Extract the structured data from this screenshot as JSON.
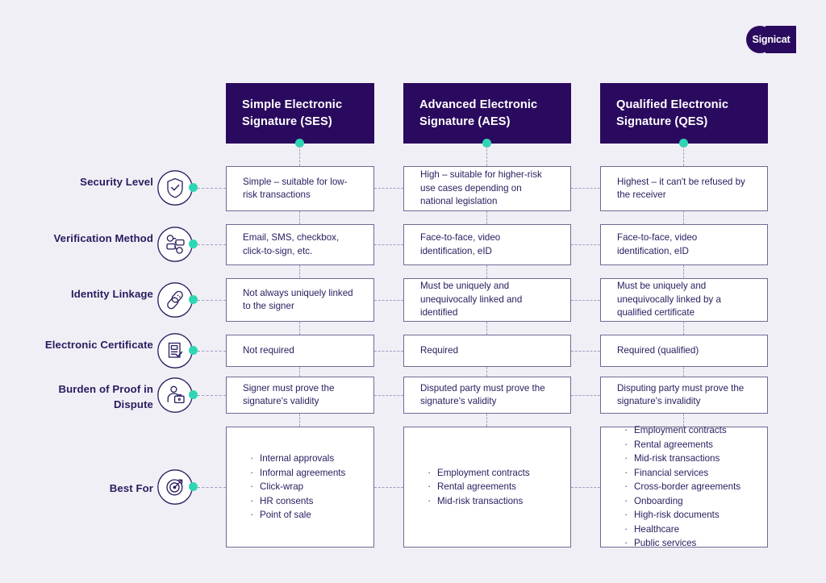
{
  "brand": {
    "logo_text": "Signicat",
    "logo_color": "#2a0a5e",
    "accent_color": "#2fd6b4",
    "background_color": "#f1eff6",
    "text_color": "#2a1b5e"
  },
  "columns": [
    {
      "id": "ses",
      "title": "Simple Electronic Signature (SES)"
    },
    {
      "id": "aes",
      "title": "Advanced Electronic Signature (AES)"
    },
    {
      "id": "qes",
      "title": "Qualified Electronic Signature (QES)"
    }
  ],
  "rows": [
    {
      "id": "security-level",
      "label": "Security Level",
      "icon": "shield-check-icon",
      "cells": {
        "ses": "Simple – suitable for low-risk transactions",
        "aes": "High – suitable for higher-risk use cases depending on national legislation",
        "qes": "Highest – it can't be refused by the receiver"
      }
    },
    {
      "id": "verification-method",
      "label": "Verification Method",
      "icon": "network-nodes-icon",
      "cells": {
        "ses": "Email, SMS, checkbox, click-to-sign, etc.",
        "aes": "Face-to-face, video identification, eID",
        "qes": "Face-to-face, video identification, eID"
      }
    },
    {
      "id": "identity-linkage",
      "label": "Identity Linkage",
      "icon": "chain-link-icon",
      "cells": {
        "ses": "Not always uniquely linked to the signer",
        "aes": "Must be uniquely and unequivocally linked and identified",
        "qes": "Must be uniquely and unequivocally linked by a qualified certificate"
      }
    },
    {
      "id": "electronic-certificate",
      "label": "Electronic Certificate",
      "icon": "document-check-icon",
      "cells": {
        "ses": "Not required",
        "aes": "Required",
        "qes": "Required (qualified)"
      }
    },
    {
      "id": "burden-of-proof",
      "label": "Burden of Proof in Dispute",
      "icon": "person-briefcase-icon",
      "cells": {
        "ses": "Signer must prove the signature's validity",
        "aes": "Disputed party must prove the signature's validity",
        "qes": "Disputing party must prove the signature's invalidity"
      }
    },
    {
      "id": "best-for",
      "label": "Best For",
      "icon": "target-arrow-icon",
      "lists": {
        "ses": [
          "Internal approvals",
          "Informal agreements",
          "Click-wrap",
          "HR consents",
          "Point of sale"
        ],
        "aes": [
          "Employment contracts",
          "Rental agreements",
          "Mid-risk transactions"
        ],
        "qes": [
          "Employment contracts",
          "Rental agreements",
          "Mid-risk transactions",
          "Financial services",
          "Cross-border agreements",
          "Onboarding",
          "High-risk documents",
          "Healthcare",
          "Public services"
        ]
      }
    }
  ]
}
